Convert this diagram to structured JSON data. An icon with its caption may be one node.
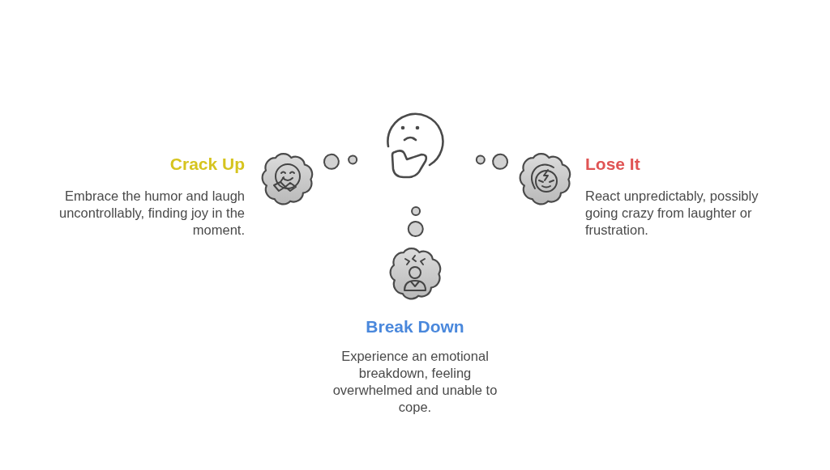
{
  "diagram": {
    "nodes": [
      {
        "text": [],
        "shape": "picture"
      },
      {
        "text": [
          "Crack Up",
          "Embrace the humor and laugh uncontrollably, finding joy in the moment."
        ]
      },
      {
        "text": [
          "Lose It",
          "React unpredictably, possibly going crazy from laughter or frustration."
        ]
      },
      {
        "text": [
          "Break Down",
          "Experience an emotional breakdown, feeling overwhelmed and unable to cope."
        ]
      }
    ],
    "edges": [
      {
        "from": 0,
        "to": 1,
        "arrow": "other"
      },
      {
        "from": 0,
        "to": 2,
        "arrow": "other"
      },
      {
        "from": 0,
        "to": 3,
        "arrow": "other"
      }
    ]
  }
}
